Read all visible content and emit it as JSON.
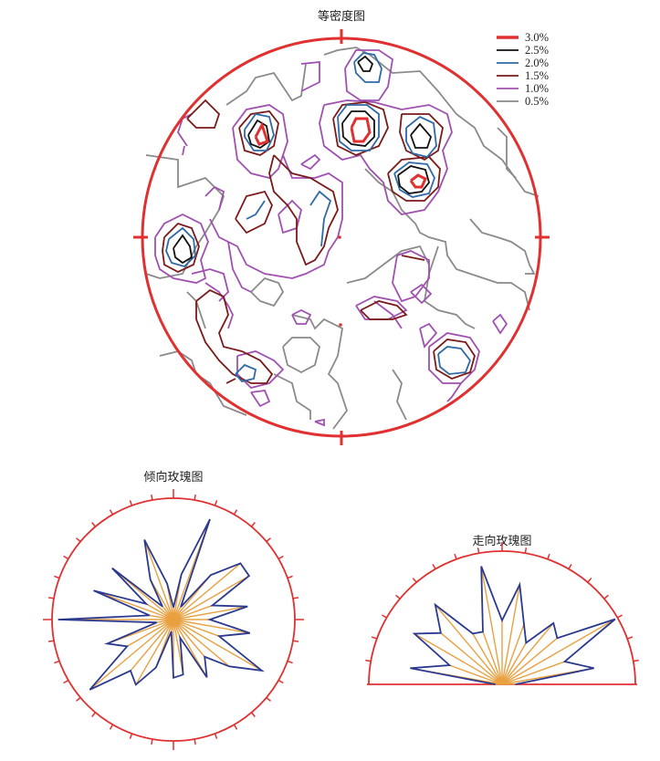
{
  "contour_plot": {
    "title": "等密度图",
    "legend": [
      {
        "label": "3.0%",
        "color": "#e03030"
      },
      {
        "label": "2.5%",
        "color": "#111111"
      },
      {
        "label": "2.0%",
        "color": "#2f6aa8"
      },
      {
        "label": "1.5%",
        "color": "#7a1a1a"
      },
      {
        "label": "1.0%",
        "color": "#a050b0"
      },
      {
        "label": "0.5%",
        "color": "#8a8a8a"
      }
    ],
    "frame_color": "#e03030"
  },
  "dip_rose": {
    "title": "倾向玫瑰图",
    "outline_color": "#2b3a8f",
    "ray_color": "#e8a040",
    "frame_color": "#e03030"
  },
  "strike_rose": {
    "title": "走向玫瑰图",
    "outline_color": "#2b3a8f",
    "ray_color": "#e8a040",
    "frame_color": "#e03030"
  },
  "chart_data": [
    {
      "type": "radar",
      "name": "dip_rose",
      "title": "倾向玫瑰图",
      "angles_deg": [
        0,
        10,
        20,
        30,
        40,
        50,
        60,
        70,
        80,
        90,
        100,
        110,
        120,
        130,
        140,
        150,
        160,
        170,
        180,
        190,
        200,
        210,
        220,
        230,
        240,
        250,
        260,
        270,
        280,
        290,
        300,
        310,
        320,
        330,
        340,
        350
      ],
      "values": [
        0.1,
        0.38,
        0.88,
        0.12,
        0.48,
        0.72,
        0.72,
        0.34,
        0.62,
        0.3,
        0.64,
        0.4,
        0.84,
        0.6,
        0.4,
        0.55,
        0.16,
        0.46,
        0.48,
        0.1,
        0.42,
        0.62,
        0.55,
        0.9,
        0.44,
        0.58,
        0.14,
        0.95,
        0.2,
        0.7,
        0.26,
        0.66,
        0.14,
        0.38,
        0.7,
        0.3
      ]
    },
    {
      "type": "radar",
      "name": "strike_rose",
      "title": "走向玫瑰图",
      "angles_deg": [
        -90,
        -80,
        -70,
        -60,
        -50,
        -40,
        -30,
        -20,
        -10,
        0,
        10,
        20,
        30,
        40,
        50,
        60,
        70,
        80,
        90
      ],
      "values": [
        0.05,
        0.7,
        0.42,
        0.76,
        0.6,
        0.78,
        0.44,
        0.42,
        0.9,
        0.48,
        0.76,
        0.48,
        0.36,
        0.6,
        0.54,
        0.98,
        0.5,
        0.7,
        0.1
      ]
    }
  ]
}
